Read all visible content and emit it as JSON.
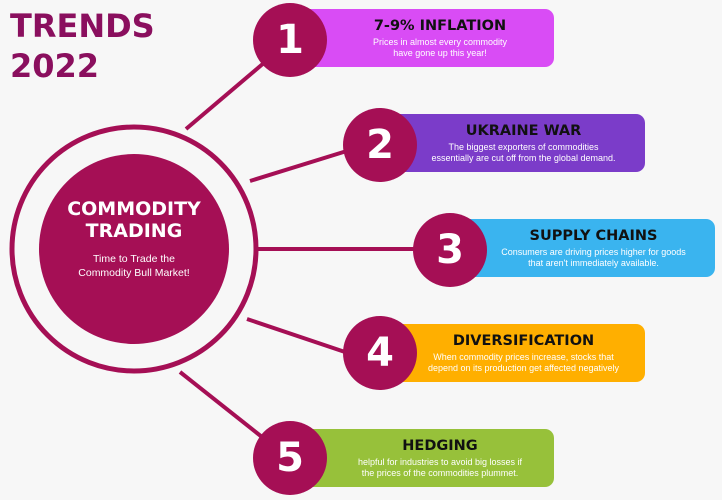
{
  "header": {
    "title_line1": "TRENDS",
    "title_line2": "2022"
  },
  "hub": {
    "title_line1": "COMMODITY",
    "title_line2": "TRADING",
    "subtitle_line1": "Time to Trade the",
    "subtitle_line2": "Commodity Bull Market!"
  },
  "colors": {
    "primary": "#a50f55",
    "title": "#8a0f5e",
    "background": "#f7f7f7"
  },
  "items": [
    {
      "number": "1",
      "title": "7-9% INFLATION",
      "description": "Prices in almost every commodity\nhave gone up this year!",
      "color": "#d94cf5"
    },
    {
      "number": "2",
      "title": "UKRAINE WAR",
      "description": "The biggest exporters of commodities\nessentially are cut off from the global demand.",
      "color": "#7b3cc9"
    },
    {
      "number": "3",
      "title": "SUPPLY CHAINS",
      "description": "Consumers are driving prices higher for goods\nthat aren't immediately available.",
      "color": "#3ab4ef"
    },
    {
      "number": "4",
      "title": "DIVERSIFICATION",
      "description": "When commodity prices increase, stocks that\ndepend on its production get affected negatively",
      "color": "#ffaf00"
    },
    {
      "number": "5",
      "title": "HEDGING",
      "description": "helpful for industries to avoid big losses if\nthe prices of the commodities plummet.",
      "color": "#97c13a"
    }
  ]
}
